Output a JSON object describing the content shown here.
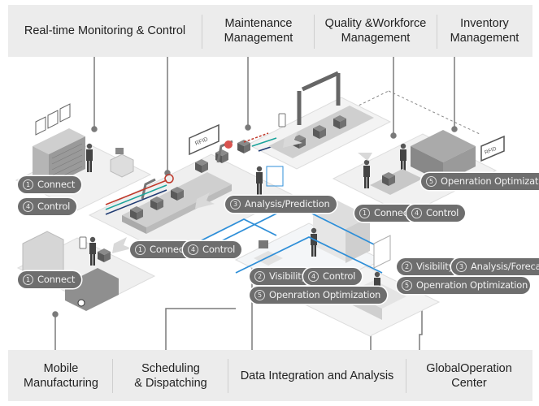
{
  "top_categories": [
    {
      "label": "Real-time Monitoring & Control"
    },
    {
      "label": "Maintenance\nManagement"
    },
    {
      "label": "Quality &Workforce\nManagement"
    },
    {
      "label": "Inventory\nManagement"
    }
  ],
  "bottom_categories": [
    {
      "label": "Mobile\nManufacturing"
    },
    {
      "label": "Scheduling\n& Dispatching"
    },
    {
      "label": "Data Integration and Analysis"
    },
    {
      "label": "GlobalOperation\nCenter"
    }
  ],
  "pills": [
    {
      "num": "1",
      "label": "Connect"
    },
    {
      "num": "4",
      "label": "Control"
    },
    {
      "num": "1",
      "label": "Connect"
    },
    {
      "num": "4",
      "label": "Control"
    },
    {
      "num": "1",
      "label": "Connect"
    },
    {
      "num": "3",
      "label": "Analysis/Prediction"
    },
    {
      "num": "2",
      "label": "Visibility"
    },
    {
      "num": "4",
      "label": "Control"
    },
    {
      "num": "5",
      "label": "Openration Optimization"
    },
    {
      "num": "5",
      "label": "Openration Optimization"
    },
    {
      "num": "1",
      "label": "Connect"
    },
    {
      "num": "4",
      "label": "Control"
    },
    {
      "num": "2",
      "label": "Visibility"
    },
    {
      "num": "3",
      "label": "Analysis/Forecast"
    },
    {
      "num": "5",
      "label": "Openration Optimization"
    }
  ],
  "rfid_tags": [
    {
      "label": "RFID"
    },
    {
      "label": "RFID"
    }
  ],
  "colors": {
    "pill": "#6e6e6e",
    "band": "#ececec",
    "network": "#2f8fd8",
    "red_line": "#c0392b",
    "teal_line": "#1aa39a",
    "navy_line": "#1f3b73"
  }
}
